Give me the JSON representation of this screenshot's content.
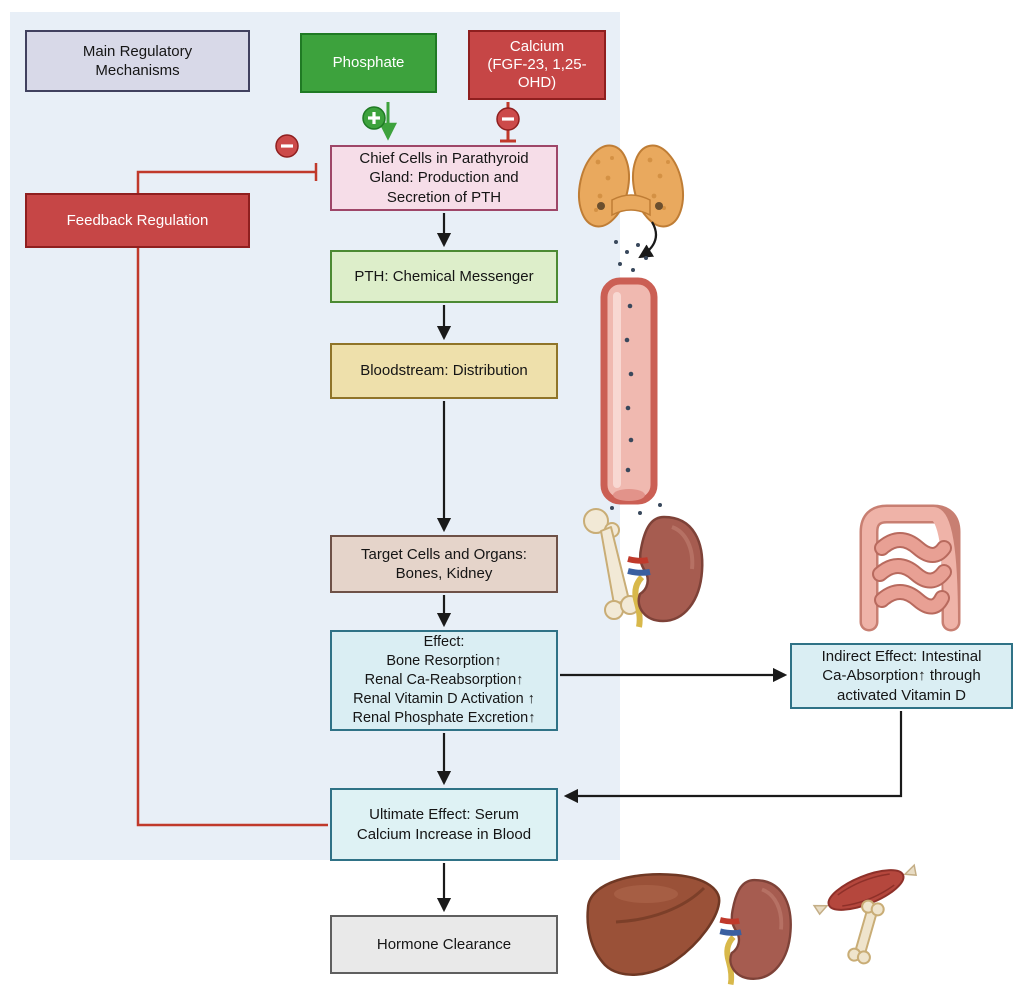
{
  "boxes": {
    "main_regulatory": {
      "lines": [
        "Main Regulatory",
        "Mechanisms"
      ]
    },
    "phosphate": {
      "label": "Phosphate"
    },
    "calcium": {
      "lines": [
        "Calcium",
        "(FGF-23, 1,25-",
        "OHD)"
      ]
    },
    "feedback": {
      "label": "Feedback Regulation"
    },
    "chief_cells": {
      "lines": [
        "Chief Cells in Parathyroid",
        "Gland: Production and",
        "Secretion of PTH"
      ]
    },
    "pth": {
      "label": "PTH: Chemical Messenger"
    },
    "bloodstream": {
      "label": "Bloodstream: Distribution"
    },
    "target": {
      "lines": [
        "Target Cells and Organs:",
        "Bones, Kidney"
      ]
    },
    "effect": {
      "lines": [
        "Effect:",
        "Bone Resorption↑",
        "Renal Ca-Reabsorption↑",
        "Renal Vitamin D Activation ↑",
        "Renal Phosphate Excretion↑"
      ]
    },
    "indirect": {
      "lines": [
        "Indirect Effect: Intestinal",
        "Ca-Absorption↑ through",
        "activated Vitamin D"
      ]
    },
    "ultimate": {
      "lines": [
        "Ultimate Effect: Serum",
        "Calcium Increase in Blood"
      ]
    },
    "clearance": {
      "label": "Hormone Clearance"
    }
  },
  "icons": {
    "phosphate_effect": "plus-circle-stimulation-icon",
    "calcium_effect": "minus-circle-inhibition-icon",
    "feedback_effect": "minus-circle-inhibition-icon"
  },
  "illustrations": [
    "thyroid-parathyroid-gland",
    "blood-vessel",
    "femur-bone",
    "kidney",
    "intestine",
    "liver",
    "kidney",
    "muscle",
    "small-bone"
  ],
  "colors": {
    "panel_bg": "#e8eff7",
    "stimulation_green": "#3da23d",
    "inhibition_red": "#c64646",
    "feedback_line": "#c0392b",
    "arrow_black": "#1a1a1a",
    "teal_border": "#2f7286"
  }
}
